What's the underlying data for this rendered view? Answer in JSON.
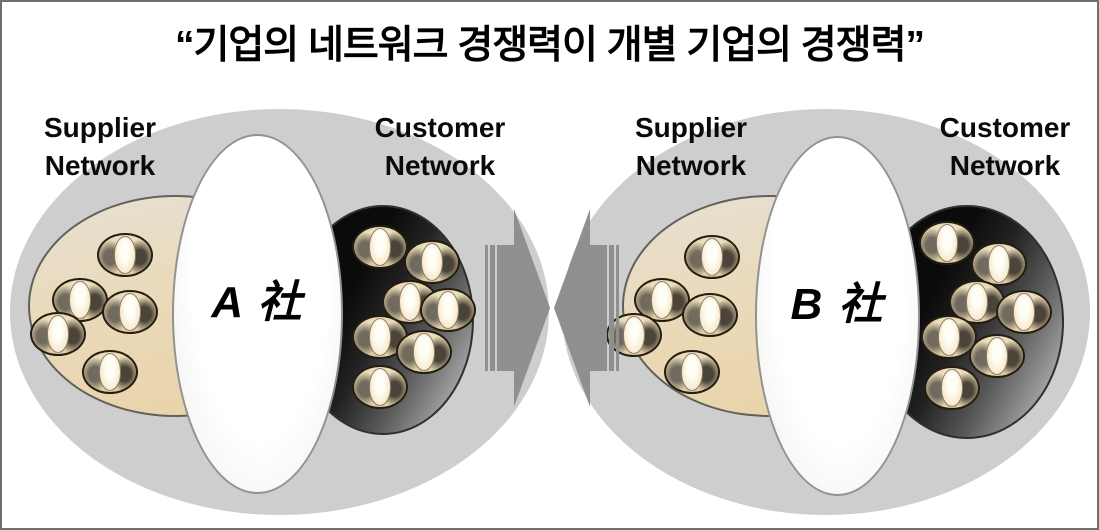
{
  "title": "“기업의 네트워크 경쟁력이 개별 기업의 경쟁력”",
  "labels": {
    "supplier": "Supplier Network",
    "customer": "Customer Network"
  },
  "diagrams": [
    {
      "company": "A 社",
      "supplier_node_count": 5,
      "customer_node_count": 7
    },
    {
      "company": "B 社",
      "supplier_node_count": 5,
      "customer_node_count": 7
    }
  ],
  "colors": {
    "outer_network_fill": "#cbcbcb",
    "supplier_fill_top": "#e6dfd2",
    "supplier_fill_bottom": "#e9d2a6",
    "customer_fill_dark": "#0b0b0b",
    "customer_fill_light": "#c0c0c0",
    "company_fill": "#ffffff",
    "node_highlight": "#f7ead0",
    "arrow": "#8f8f8f",
    "border": "#6f6f6f",
    "text": "#000000"
  }
}
